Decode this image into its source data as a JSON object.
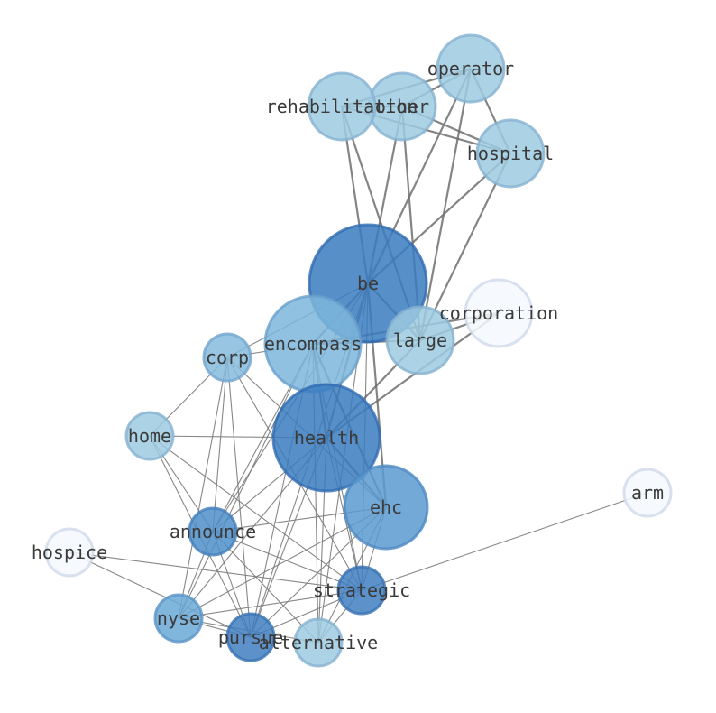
{
  "graph": {
    "nodes": [
      {
        "id": "operator",
        "label": "operator",
        "color": "#9ecae1"
      },
      {
        "id": "other",
        "label": "other",
        "color": "#9ecae1"
      },
      {
        "id": "rehabilitation",
        "label": "rehabilitation",
        "color": "#9ecae1"
      },
      {
        "id": "hospital",
        "label": "hospital",
        "color": "#9ecae1"
      },
      {
        "id": "be",
        "label": "be",
        "color": "#3a7bbf"
      },
      {
        "id": "corporation",
        "label": "corporation",
        "color": "#f4f8fd"
      },
      {
        "id": "large",
        "label": "large",
        "color": "#9ecae1"
      },
      {
        "id": "encompass",
        "label": "encompass",
        "color": "#7cb6db"
      },
      {
        "id": "corp",
        "label": "corp",
        "color": "#86bbdd"
      },
      {
        "id": "home",
        "label": "home",
        "color": "#9ecae1"
      },
      {
        "id": "health",
        "label": "health",
        "color": "#3a7bbf"
      },
      {
        "id": "ehc",
        "label": "ehc",
        "color": "#5a9ad0"
      },
      {
        "id": "arm",
        "label": "arm",
        "color": "#f4f8fd"
      },
      {
        "id": "announce",
        "label": "announce",
        "color": "#4f8fca"
      },
      {
        "id": "hospice",
        "label": "hospice",
        "color": "#f4f8fd"
      },
      {
        "id": "strategic",
        "label": "strategic",
        "color": "#3f7fc0"
      },
      {
        "id": "nyse",
        "label": "nyse",
        "color": "#6aa8d6"
      },
      {
        "id": "pursue",
        "label": "pursue",
        "color": "#3f7fc0"
      },
      {
        "id": "alternative",
        "label": "alternative",
        "color": "#9ecae1"
      }
    ],
    "edges": [
      [
        "operator",
        "other"
      ],
      [
        "operator",
        "rehabilitation"
      ],
      [
        "operator",
        "hospital"
      ],
      [
        "operator",
        "be"
      ],
      [
        "operator",
        "large"
      ],
      [
        "other",
        "rehabilitation"
      ],
      [
        "other",
        "hospital"
      ],
      [
        "other",
        "be"
      ],
      [
        "other",
        "large"
      ],
      [
        "rehabilitation",
        "hospital"
      ],
      [
        "rehabilitation",
        "be"
      ],
      [
        "rehabilitation",
        "large"
      ],
      [
        "hospital",
        "be"
      ],
      [
        "hospital",
        "large"
      ],
      [
        "be",
        "large"
      ],
      [
        "be",
        "encompass"
      ],
      [
        "be",
        "health"
      ],
      [
        "be",
        "corp"
      ],
      [
        "be",
        "ehc"
      ],
      [
        "be",
        "announce"
      ],
      [
        "be",
        "strategic"
      ],
      [
        "be",
        "pursue"
      ],
      [
        "be",
        "alternative"
      ],
      [
        "corporation",
        "large"
      ],
      [
        "corporation",
        "health"
      ],
      [
        "corporation",
        "encompass"
      ],
      [
        "large",
        "health"
      ],
      [
        "large",
        "encompass"
      ],
      [
        "encompass",
        "health"
      ],
      [
        "encompass",
        "ehc"
      ],
      [
        "encompass",
        "corp"
      ],
      [
        "encompass",
        "announce"
      ],
      [
        "encompass",
        "strategic"
      ],
      [
        "encompass",
        "pursue"
      ],
      [
        "encompass",
        "nyse"
      ],
      [
        "encompass",
        "alternative"
      ],
      [
        "corp",
        "home"
      ],
      [
        "corp",
        "ehc"
      ],
      [
        "corp",
        "announce"
      ],
      [
        "corp",
        "nyse"
      ],
      [
        "corp",
        "pursue"
      ],
      [
        "corp",
        "strategic"
      ],
      [
        "home",
        "health"
      ],
      [
        "home",
        "announce"
      ],
      [
        "home",
        "pursue"
      ],
      [
        "home",
        "strategic"
      ],
      [
        "health",
        "ehc"
      ],
      [
        "health",
        "announce"
      ],
      [
        "health",
        "nyse"
      ],
      [
        "health",
        "pursue"
      ],
      [
        "health",
        "strategic"
      ],
      [
        "health",
        "alternative"
      ],
      [
        "ehc",
        "announce"
      ],
      [
        "ehc",
        "strategic"
      ],
      [
        "ehc",
        "nyse"
      ],
      [
        "ehc",
        "pursue"
      ],
      [
        "ehc",
        "alternative"
      ],
      [
        "arm",
        "strategic"
      ],
      [
        "announce",
        "strategic"
      ],
      [
        "announce",
        "nyse"
      ],
      [
        "announce",
        "pursue"
      ],
      [
        "announce",
        "alternative"
      ],
      [
        "hospice",
        "strategic"
      ],
      [
        "hospice",
        "pursue"
      ],
      [
        "strategic",
        "nyse"
      ],
      [
        "strategic",
        "pursue"
      ],
      [
        "strategic",
        "alternative"
      ],
      [
        "nyse",
        "pursue"
      ],
      [
        "nyse",
        "alternative"
      ]
    ]
  }
}
